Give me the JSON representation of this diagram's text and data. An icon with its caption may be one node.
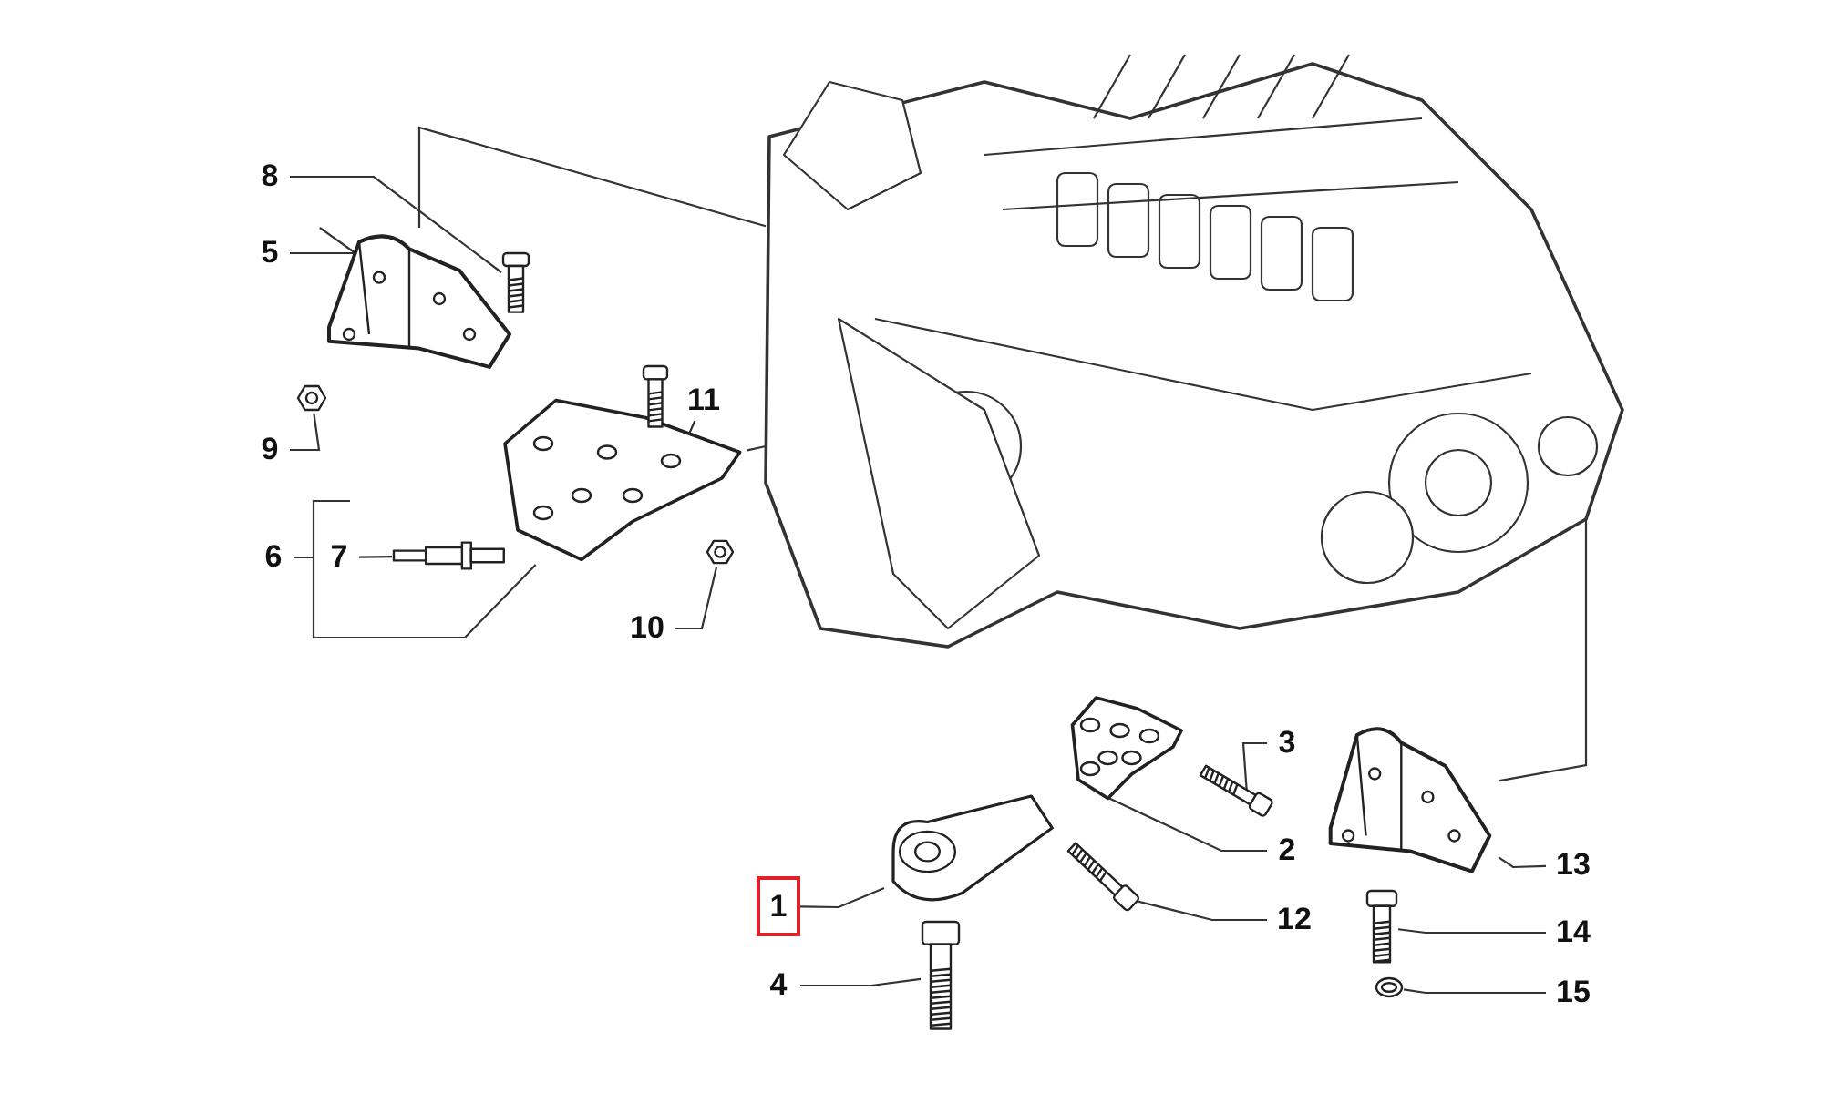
{
  "diagram": {
    "nodes": [
      {
        "text": [
          "1"
        ]
      },
      {
        "text": [
          "2"
        ]
      },
      {
        "text": [
          "3"
        ]
      },
      {
        "text": [
          "4"
        ]
      },
      {
        "text": [
          "5"
        ]
      },
      {
        "text": [
          "6"
        ]
      },
      {
        "text": [
          "7"
        ]
      },
      {
        "text": [
          "8"
        ]
      },
      {
        "text": [
          "9"
        ]
      },
      {
        "text": [
          "10"
        ]
      },
      {
        "text": [
          "11"
        ]
      },
      {
        "text": [
          "12"
        ]
      },
      {
        "text": [
          "13"
        ]
      },
      {
        "text": [
          "14"
        ]
      },
      {
        "text": [
          "15"
        ]
      },
      {
        "text": [],
        "shape": "picture"
      },
      {
        "text": [],
        "shape": "picture"
      },
      {
        "text": [],
        "shape": "picture"
      },
      {
        "text": [],
        "shape": "picture"
      },
      {
        "text": [],
        "shape": "picture"
      },
      {
        "text": [],
        "shape": "picture"
      },
      {
        "text": [],
        "shape": "picture"
      },
      {
        "text": [],
        "shape": "picture"
      },
      {
        "text": [],
        "shape": "picture"
      },
      {
        "text": [],
        "shape": "picture"
      },
      {
        "text": [],
        "shape": "picture"
      },
      {
        "text": [],
        "shape": "picture"
      },
      {
        "text": [],
        "shape": "picture"
      },
      {
        "text": [],
        "shape": "picture"
      },
      {
        "text": [],
        "shape": "picture"
      },
      {
        "text": [],
        "shape": "picture"
      }
    ],
    "edges": [
      {
        "from": 0,
        "to": 15,
        "arrow": "none"
      },
      {
        "from": 1,
        "to": 16,
        "arrow": "none"
      },
      {
        "from": 2,
        "to": 17,
        "arrow": "none"
      },
      {
        "from": 3,
        "to": 18,
        "arrow": "none"
      },
      {
        "from": 4,
        "to": 19,
        "arrow": "none"
      },
      {
        "from": 5,
        "to": 20,
        "arrow": "none"
      },
      {
        "from": 6,
        "to": 21,
        "arrow": "none"
      },
      {
        "from": 7,
        "to": 22,
        "arrow": "none"
      },
      {
        "from": 8,
        "to": 23,
        "arrow": "none"
      },
      {
        "from": 9,
        "to": 24,
        "arrow": "none"
      },
      {
        "from": 10,
        "to": 25,
        "arrow": "none"
      },
      {
        "from": 11,
        "to": 26,
        "arrow": "none"
      },
      {
        "from": 12,
        "to": 27,
        "arrow": "none"
      },
      {
        "from": 13,
        "to": 28,
        "arrow": "none"
      },
      {
        "from": 14,
        "to": 29,
        "arrow": "none"
      },
      {
        "from": 19,
        "to": 30,
        "arrow": "none"
      },
      {
        "from": 20,
        "to": 30,
        "arrow": "none"
      },
      {
        "from": 27,
        "to": 30,
        "arrow": "none"
      }
    ]
  }
}
